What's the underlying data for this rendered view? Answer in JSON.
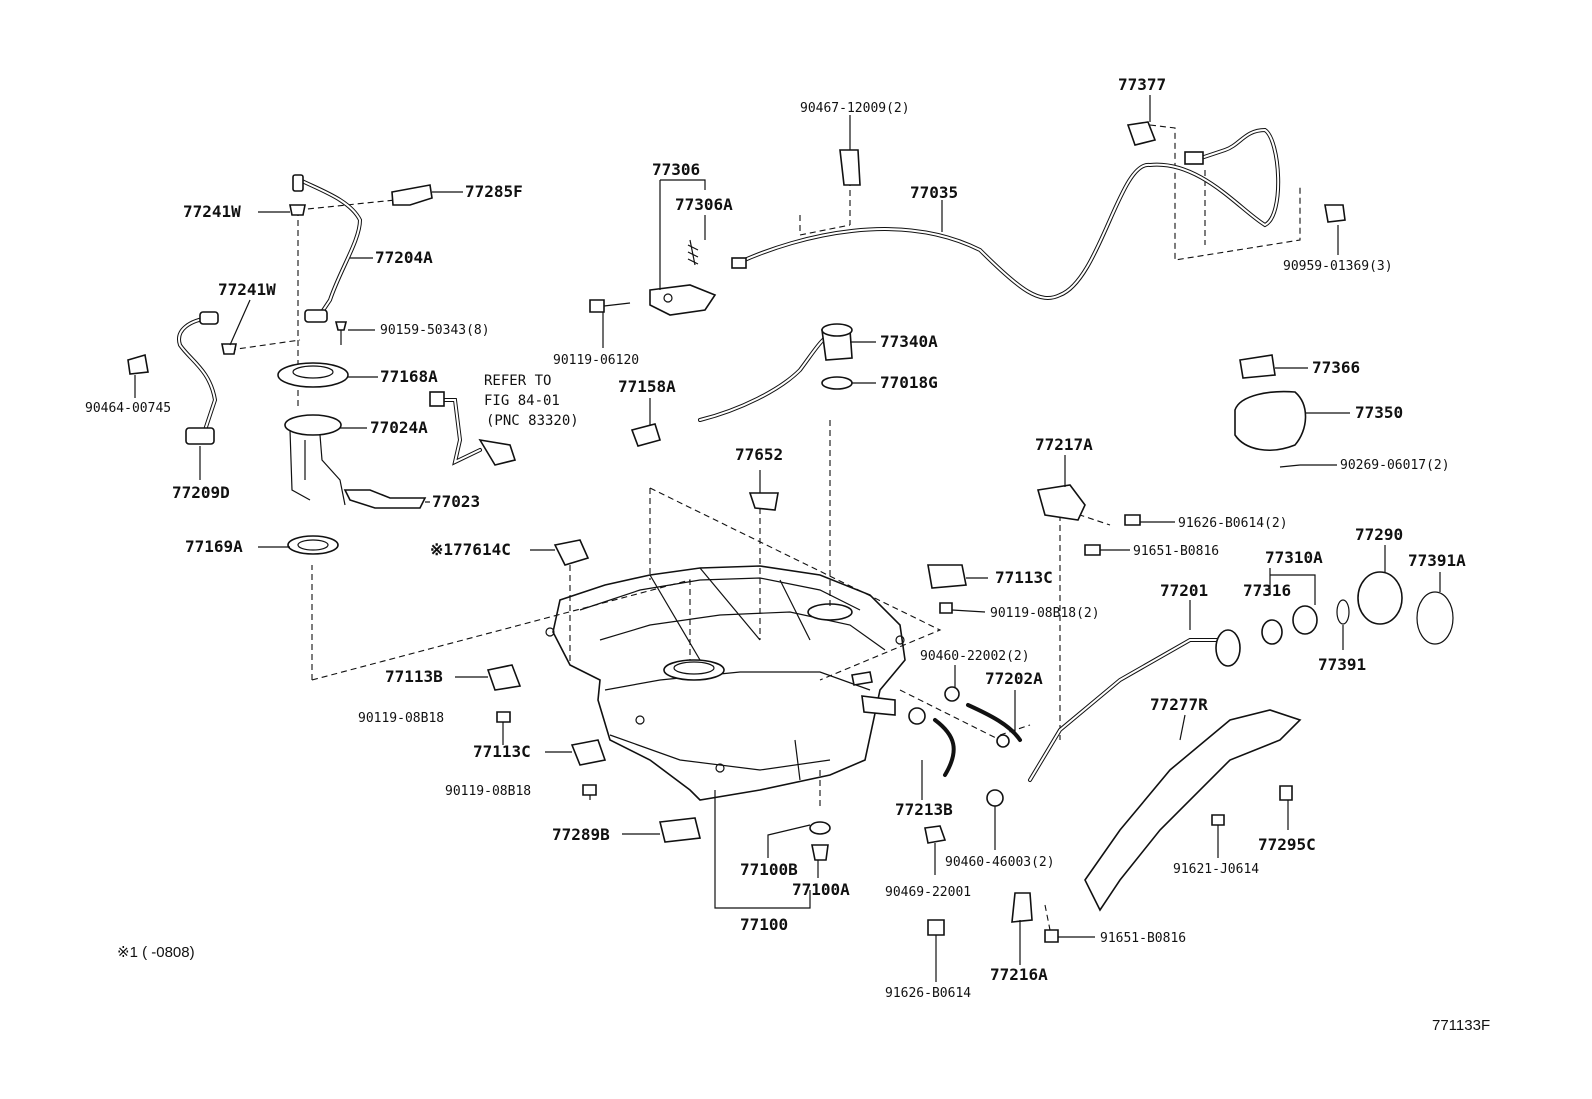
{
  "labels": {
    "p77377": "77377",
    "p90467_12009": "90467-12009(2)",
    "p77306": "77306",
    "p77306A": "77306A",
    "p77035": "77035",
    "p90959_01369": "90959-01369(3)",
    "p77241W_a": "77241W",
    "p77285F": "77285F",
    "p77204A": "77204A",
    "p77241W_b": "77241W",
    "p90159_50343": "90159-50343(8)",
    "p90119_06120": "90119-06120",
    "p77340A": "77340A",
    "p77168A": "77168A",
    "p77158A": "77158A",
    "p77018G": "77018G",
    "p90464_00745": "90464-00745",
    "p77024A": "77024A",
    "p77366": "77366",
    "p77350": "77350",
    "p77209D": "77209D",
    "p77023": "77023",
    "p77652": "77652",
    "p90269_06017": "90269-06017(2)",
    "p77217A": "77217A",
    "p91626_B0614_2": "91626-B0614(2)",
    "p77169A": "77169A",
    "p177614C": "※177614C",
    "p91651_B0816_a": "91651-B0816",
    "p77290": "77290",
    "p77310A": "77310A",
    "p77391A": "77391A",
    "p77113C_a": "77113C",
    "p77201": "77201",
    "p77316": "77316",
    "p90119_08B18_2": "90119-08B18(2)",
    "p90460_22002": "90460-22002(2)",
    "p77391": "77391",
    "p77113B": "77113B",
    "p77202A": "77202A",
    "p90119_08B18_a": "90119-08B18",
    "p77277R": "77277R",
    "p77113C_b": "77113C",
    "p90119_08B18_b": "90119-08B18",
    "p77213B": "77213B",
    "p77289B": "77289B",
    "p77295C": "77295C",
    "p90460_46003": "90460-46003(2)",
    "p91621_J0614": "91621-J0614",
    "p77100B": "77100B",
    "p77100A": "77100A",
    "p90469_22001": "90469-22001",
    "p77100": "77100",
    "p91651_B0816_b": "91651-B0816",
    "p91626_B0614": "91626-B0614",
    "p77216A": "77216A",
    "refer_line1": "REFER TO",
    "refer_line2": "FIG 84-01",
    "refer_line3": "(PNC 83320)",
    "footnote": "※1 (      -0808)",
    "figure_id": "771133F"
  }
}
